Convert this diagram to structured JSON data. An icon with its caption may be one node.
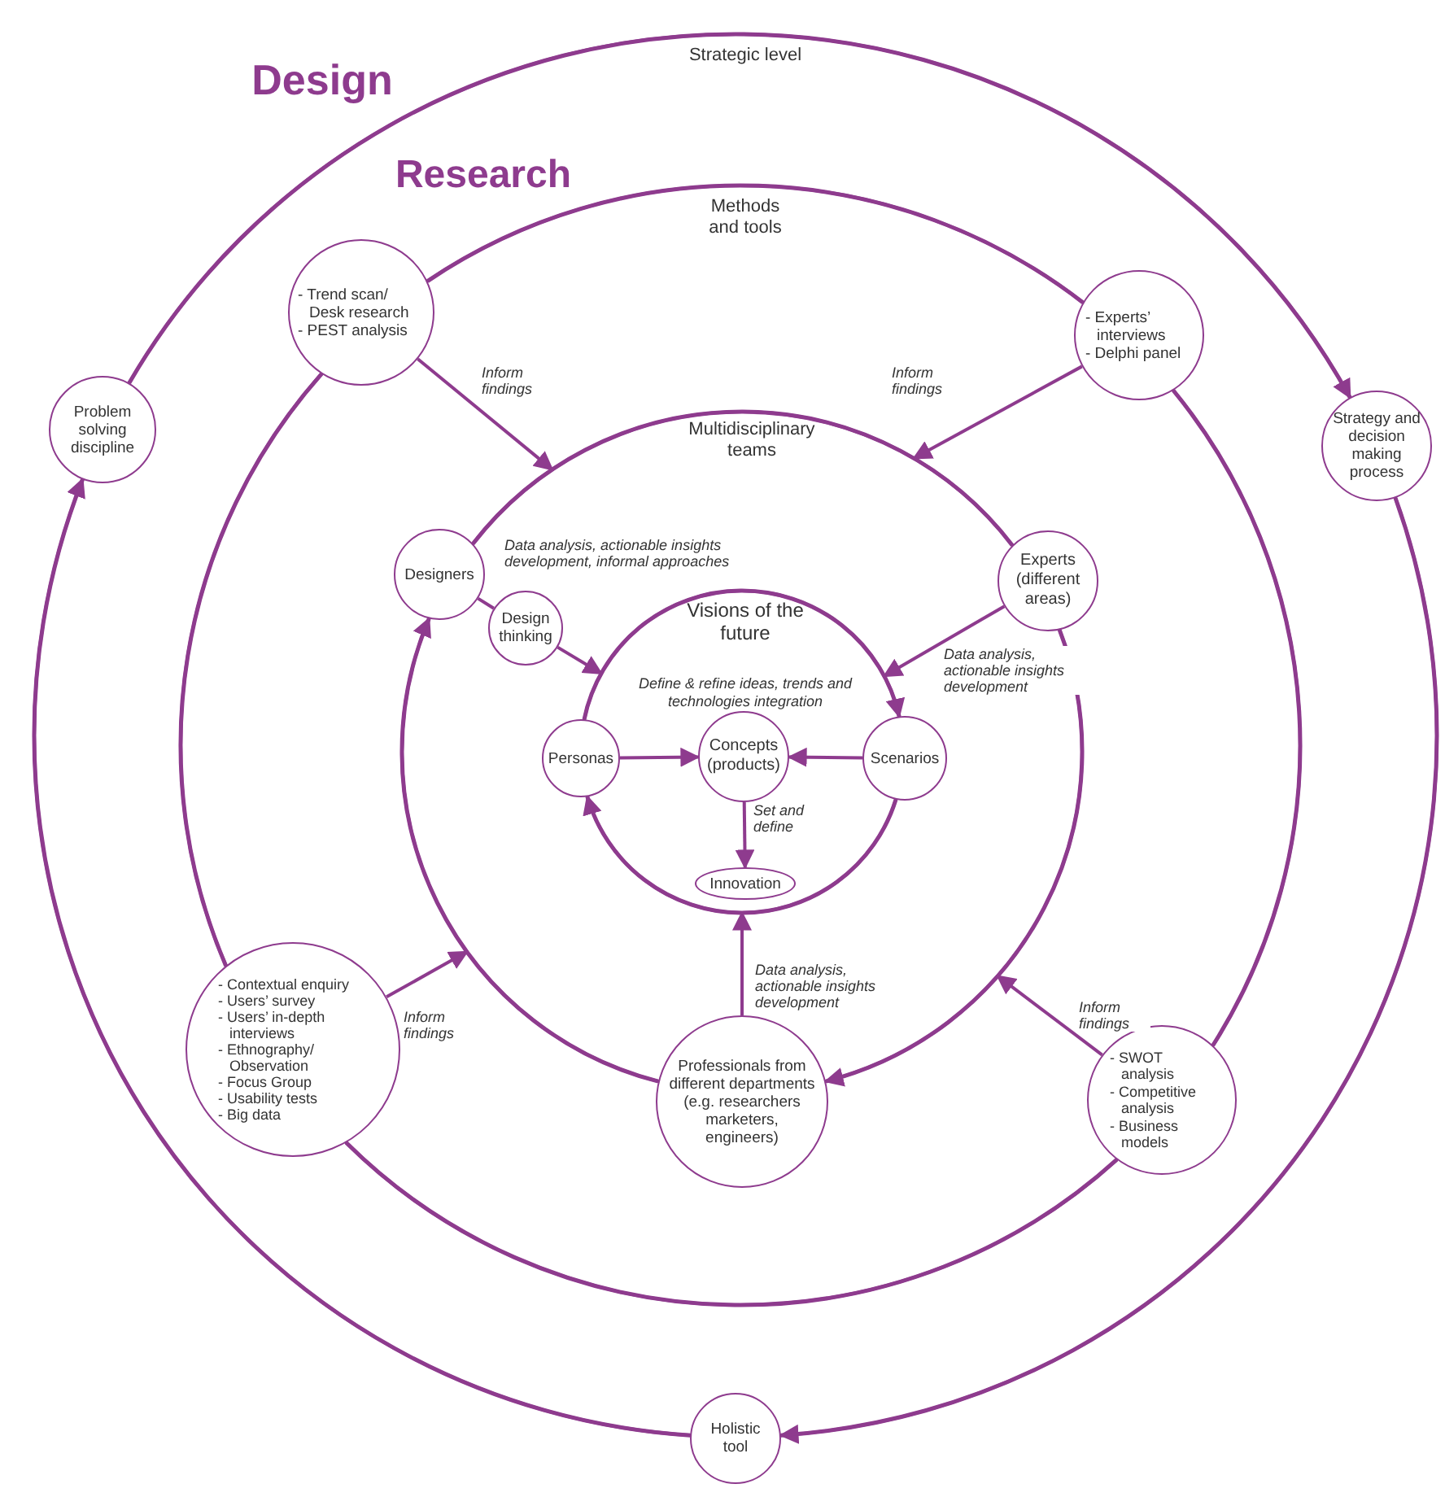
{
  "diagram": {
    "nodes": [
      {
        "text": [
          "Design",
          "Strategic level"
        ]
      },
      {
        "text": [
          "Research",
          "Methods and tools"
        ],
        "in": 0
      },
      {
        "text": [
          "Multidisciplinary teams"
        ],
        "in": 1
      },
      {
        "text": [
          "Visions of the future",
          "Define & refine ideas, trends and technologies integration"
        ],
        "in": 2
      },
      {
        "text": [
          "Problem solving discipline"
        ],
        "in": 0
      },
      {
        "text": [
          "Strategy and decision making process"
        ],
        "in": 0
      },
      {
        "text": [
          "- Trend scan/ Desk research",
          "- PEST analysis"
        ],
        "in": 1
      },
      {
        "text": [
          "- Experts’ interviews",
          "- Delphi panel"
        ],
        "in": 1
      },
      {
        "text": [
          "Designers"
        ],
        "in": 2
      },
      {
        "text": [
          "Experts (different areas)"
        ],
        "in": 2
      },
      {
        "text": [
          "Design thinking"
        ],
        "in": 2
      },
      {
        "text": [
          "Personas"
        ],
        "in": 2
      },
      {
        "text": [
          "Scenarios"
        ],
        "in": 2
      },
      {
        "text": [
          "Concepts (products)"
        ],
        "in": 3
      },
      {
        "text": [
          "Innovation"
        ],
        "in": 3
      },
      {
        "text": [
          "Professionals from different departments (e.g. researchers marketers, engineers)"
        ],
        "in": 1
      },
      {
        "text": [
          "- Contextual enquiry",
          "- Users’ survey",
          "- Users’ in-depth interviews",
          "- Ethnography/ Observation",
          "- Focus Group",
          "- Usability tests",
          "- Big data"
        ],
        "in": 1
      },
      {
        "text": [
          "- SWOT analysis",
          "- Competitive analysis",
          "- Business models"
        ],
        "in": 1
      },
      {
        "text": [
          "Holistic tool"
        ]
      }
    ],
    "edges": [
      {
        "from": 4,
        "to": 5,
        "arrow": "to"
      },
      {
        "from": 5,
        "to": 18,
        "arrow": "to"
      },
      {
        "from": 18,
        "to": 4,
        "arrow": "to"
      },
      {
        "from": 6,
        "to": 7,
        "arrow": "none"
      },
      {
        "from": 7,
        "to": 17,
        "arrow": "none"
      },
      {
        "from": 17,
        "to": 16,
        "arrow": "none"
      },
      {
        "from": 16,
        "to": 6,
        "arrow": "none"
      },
      {
        "from": 8,
        "to": 9,
        "arrow": "none"
      },
      {
        "from": 9,
        "to": 15,
        "arrow": "to"
      },
      {
        "from": 15,
        "to": 8,
        "arrow": "to"
      },
      {
        "from": 11,
        "to": 12,
        "arrow": "to"
      },
      {
        "from": 12,
        "to": 11,
        "arrow": "to"
      },
      {
        "from": 6,
        "to": 2,
        "arrow": "to",
        "label": "Inform findings"
      },
      {
        "from": 7,
        "to": 2,
        "arrow": "to",
        "label": "Inform findings"
      },
      {
        "from": 16,
        "to": 2,
        "arrow": "to",
        "label": "Inform findings"
      },
      {
        "from": 17,
        "to": 2,
        "arrow": "to",
        "label": "Inform findings"
      },
      {
        "from": 8,
        "to": 10,
        "arrow": "none",
        "label": "Data analysis, actionable insights development, informal approaches"
      },
      {
        "from": 10,
        "to": 3,
        "arrow": "to"
      },
      {
        "from": 9,
        "to": 3,
        "arrow": "to",
        "label": "Data analysis, actionable insights development"
      },
      {
        "from": 11,
        "to": 13,
        "arrow": "to"
      },
      {
        "from": 12,
        "to": 13,
        "arrow": "to"
      },
      {
        "from": 13,
        "to": 14,
        "arrow": "to",
        "label": "Set and define"
      },
      {
        "from": 15,
        "to": 3,
        "arrow": "to",
        "label": "Data analysis, actionable insights development"
      }
    ]
  }
}
